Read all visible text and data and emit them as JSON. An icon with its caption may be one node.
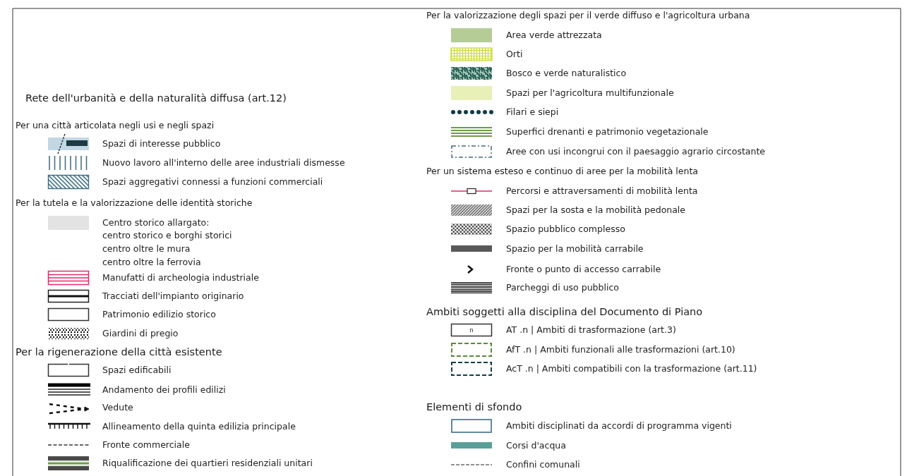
{
  "diagram": {
    "labels": [
      "Rete dell'urbanità e della naturalità diffusa (art.12)",
      "Per una città articolata negli usi e negli spazi",
      "Per la tutela e la valorizzazione delle identità storiche",
      "centro storico e borghi storici",
      "centro oltre le mura",
      "centro oltre la ferrovia",
      "Per la rigenerazione della città esistente",
      "Per la valorizzazione degli spazi per il verde diffuso e l'agricoltura urbana",
      "Per un sistema esteso e continuo di aree per la mobilità lenta",
      "Ambiti soggetti alla disciplina del Documento di Piano",
      "n",
      "Elementi di sfondo"
    ],
    "legend": [
      {
        "text": "Spazi di interesse pubblico"
      },
      {
        "text": "Nuovo lavoro all'interno delle aree industriali dismesse"
      },
      {
        "text": "Spazi aggregativi connessi a funzioni commerciali"
      },
      {
        "text": "Centro storico allargato:",
        "color": "#e3e3e3"
      },
      {
        "text": "Manufatti di archeologia industriale"
      },
      {
        "text": "Tracciati dell'impianto originario"
      },
      {
        "text": "Patrimonio edilizio storico"
      },
      {
        "text": "Giardini di pregio"
      },
      {
        "text": "Spazi edificabili"
      },
      {
        "text": "Andamento dei profili edilizi"
      },
      {
        "text": "Vedute"
      },
      {
        "text": "Allineamento della quinta edilizia principale"
      },
      {
        "text": "Fronte commerciale"
      },
      {
        "text": "Riqualificazione dei quartieri residenziali unitari"
      },
      {
        "text": "Area verde attrezzata",
        "color": "#b5cc96"
      },
      {
        "text": "Orti"
      },
      {
        "text": "Bosco e verde naturalistico"
      },
      {
        "text": "Spazi per l'agricoltura multifunzionale",
        "color": "#e8f0b8"
      },
      {
        "text": "Filari e siepi"
      },
      {
        "text": "Superfici drenanti e patrimonio vegetazionale"
      },
      {
        "text": "Aree con usi incongrui con il paesaggio agrario circostante"
      },
      {
        "text": "Percorsi e attraversamenti di mobilità lenta"
      },
      {
        "text": "Spazi per la sosta e la mobilità pedonale"
      },
      {
        "text": "Spazio pubblico complesso"
      },
      {
        "text": "Spazio per la mobilità carrabile",
        "color": "#58585a"
      },
      {
        "text": "Fronte o punto di accesso carrabile"
      },
      {
        "text": "Parcheggi di uso pubblico"
      },
      {
        "text": "AT .n | Ambiti di trasformazione (art.3)"
      },
      {
        "text": "AfT .n | Ambiti funzionali alle trasformazioni (art.10)"
      },
      {
        "text": "AcT .n | Ambiti compatibili con la trasformazione (art.11)"
      },
      {
        "text": "Ambiti disciplinati da accordi di programma vigenti"
      },
      {
        "text": "Corsi d'acqua",
        "color": "#5a9e98"
      },
      {
        "text": "Confini comunali"
      }
    ]
  }
}
